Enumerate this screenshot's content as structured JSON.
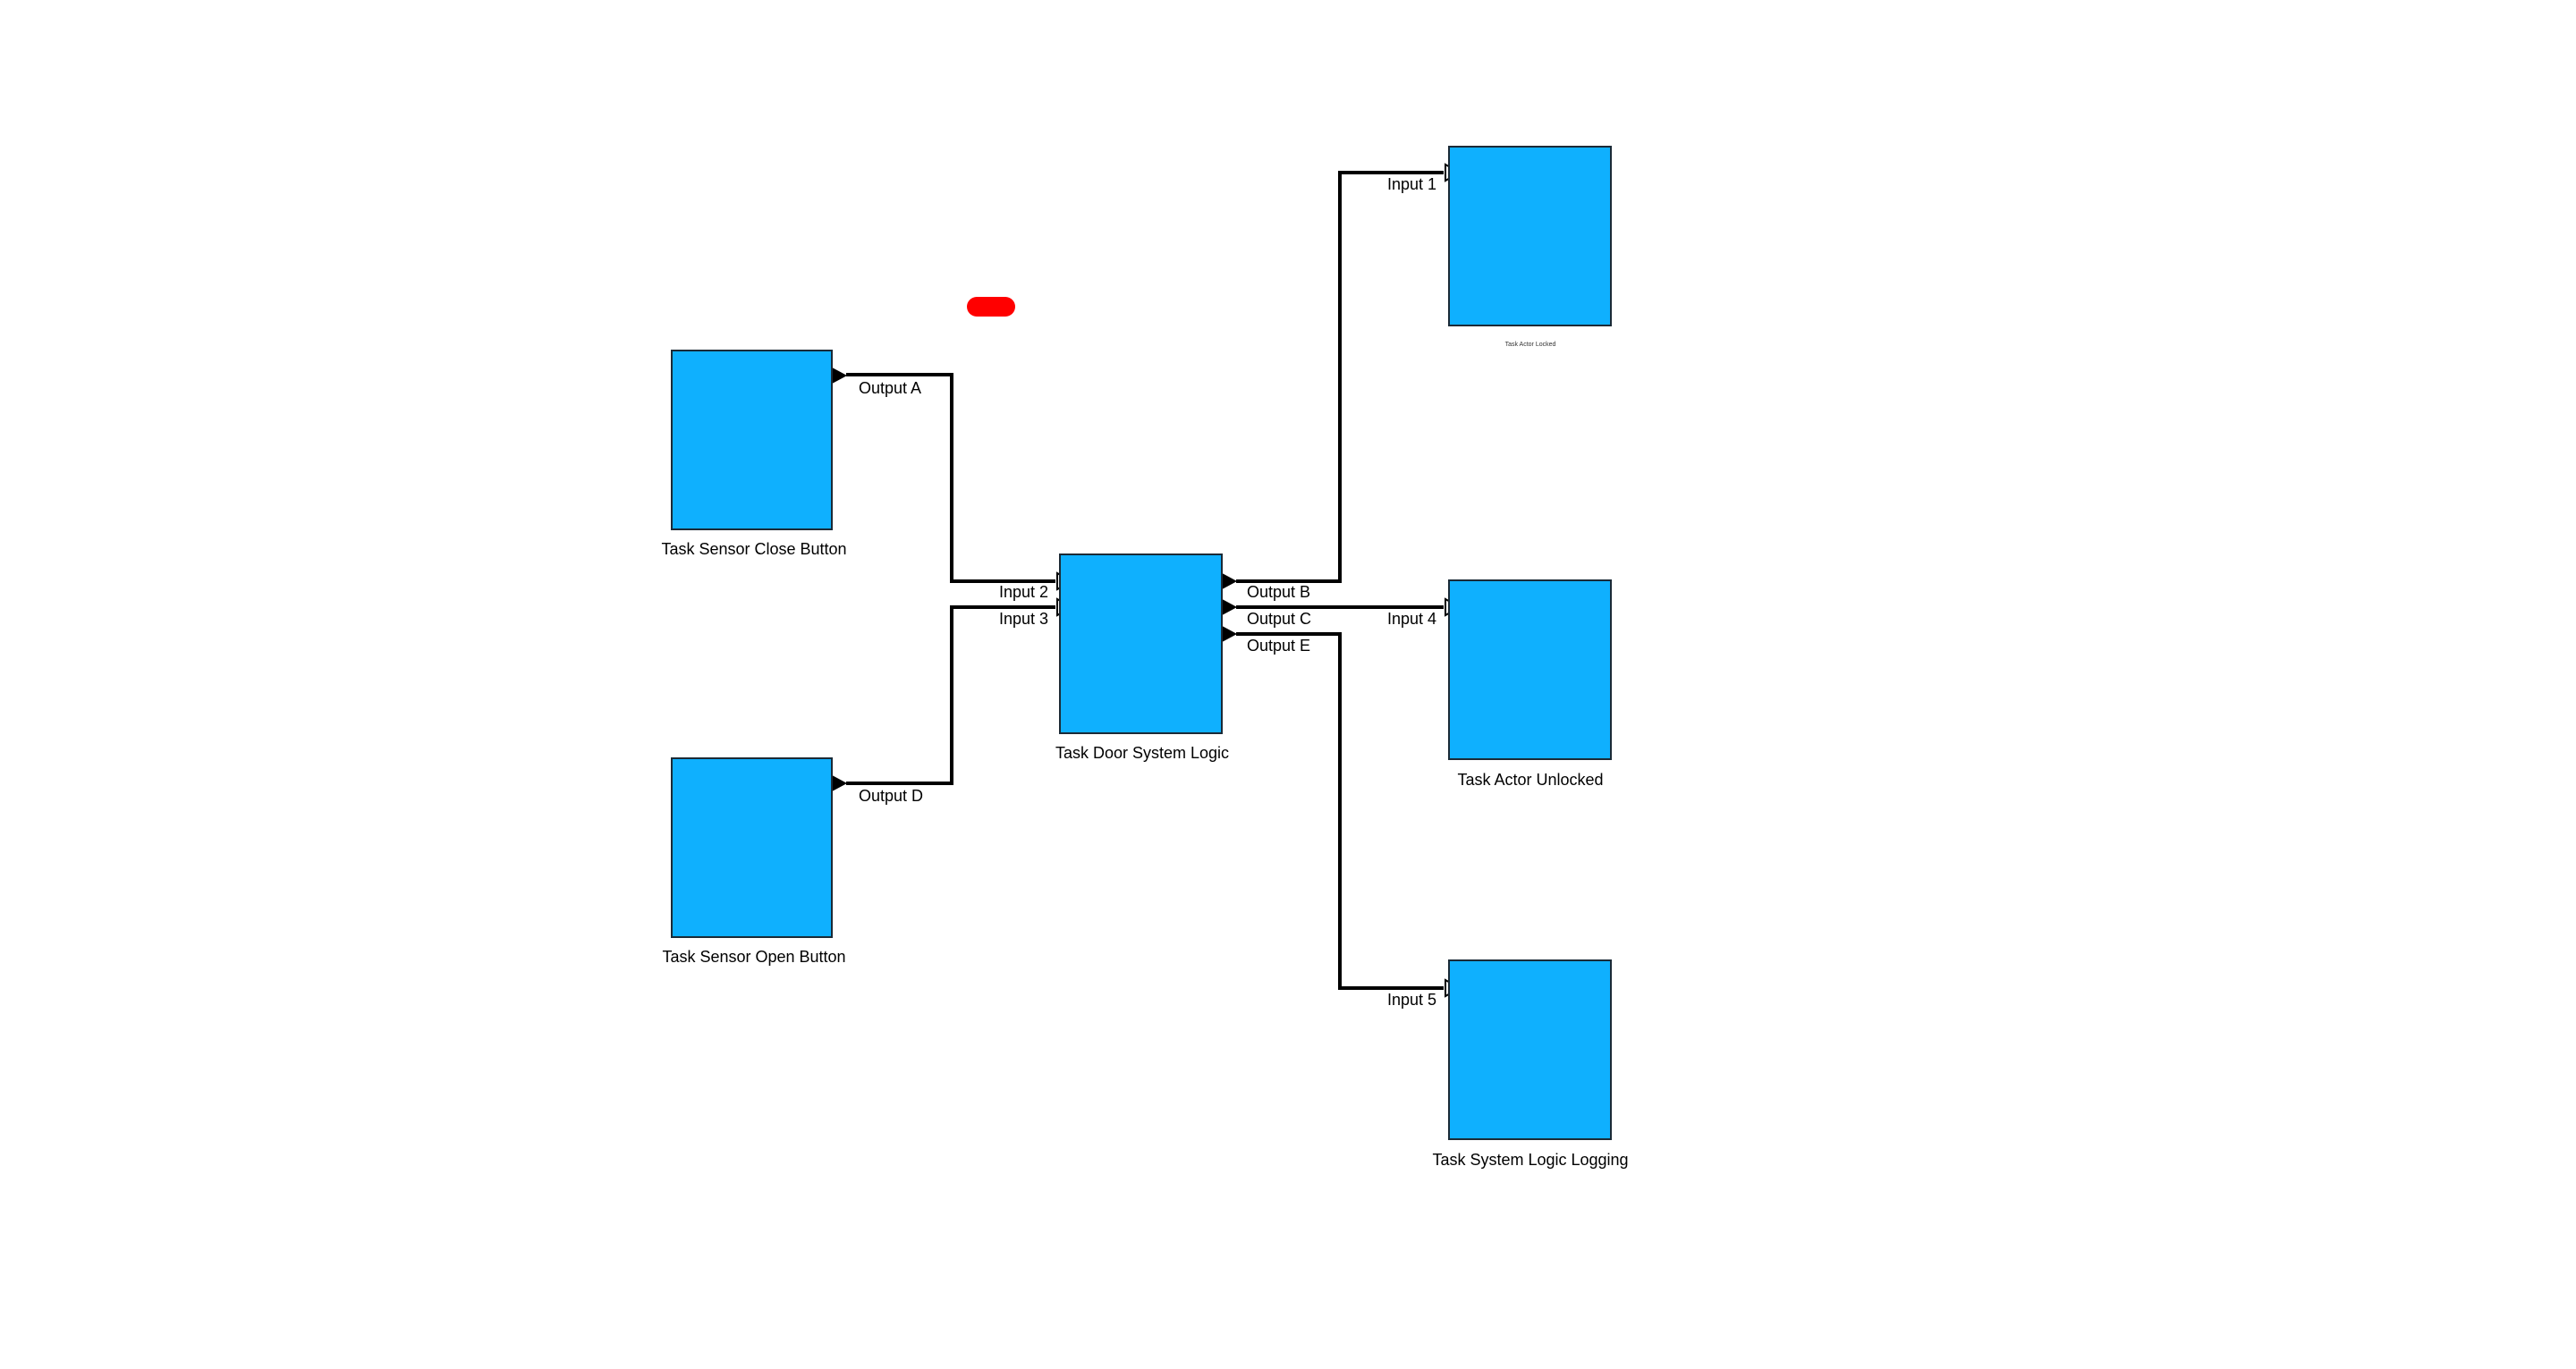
{
  "colors": {
    "block_fill": "#0FB0FE",
    "block_border": "#1b2a36",
    "wire": "#000000",
    "marker": "#ff0000"
  },
  "blocks": {
    "sensor_close": {
      "label": "Task Sensor Close Button"
    },
    "sensor_open": {
      "label": "Task Sensor Open Button"
    },
    "door_logic": {
      "label": "Task Door System Logic"
    },
    "actor_locked": {
      "label": "Task Actor Locked"
    },
    "actor_unlocked": {
      "label": "Task Actor Unlocked"
    },
    "logic_logging": {
      "label": "Task System Logic Logging"
    }
  },
  "ports": {
    "output_a": "Output A",
    "output_b": "Output B",
    "output_c": "Output C",
    "output_d": "Output D",
    "output_e": "Output E",
    "input_1": "Input 1",
    "input_2": "Input 2",
    "input_3": "Input 3",
    "input_4": "Input 4",
    "input_5": "Input 5"
  }
}
